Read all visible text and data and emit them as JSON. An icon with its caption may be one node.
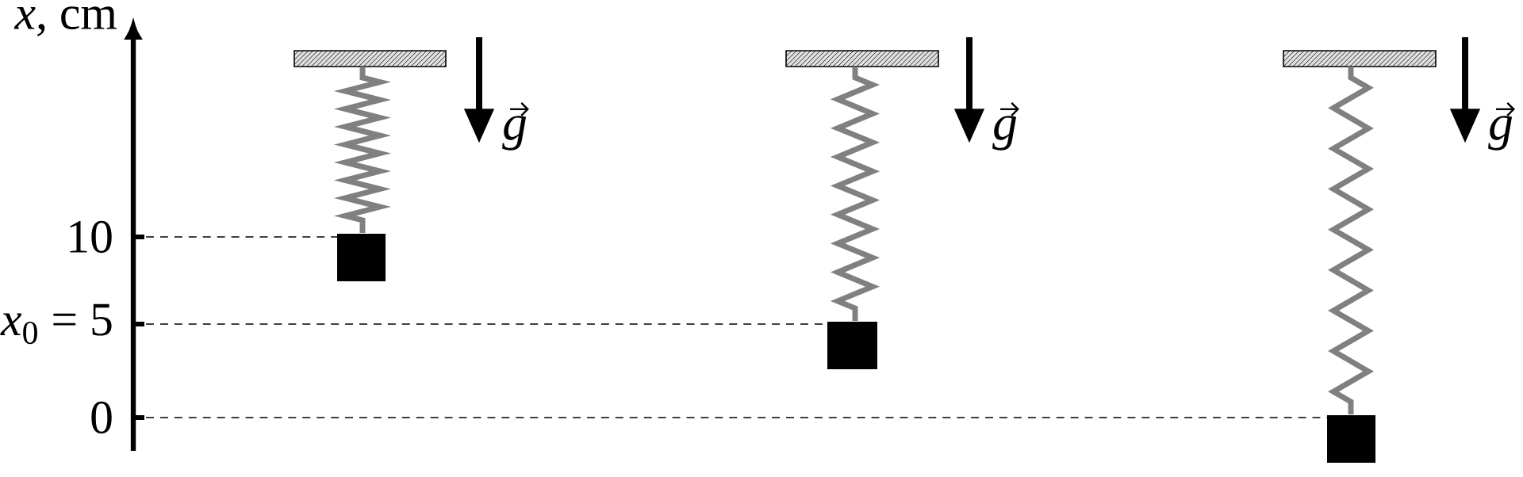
{
  "diagram": {
    "labels": [
      "*x*, cm",
      "10",
      "*x*$_{0}$ = 5",
      "0",
      "g",
      "g",
      "g"
    ]
  }
}
